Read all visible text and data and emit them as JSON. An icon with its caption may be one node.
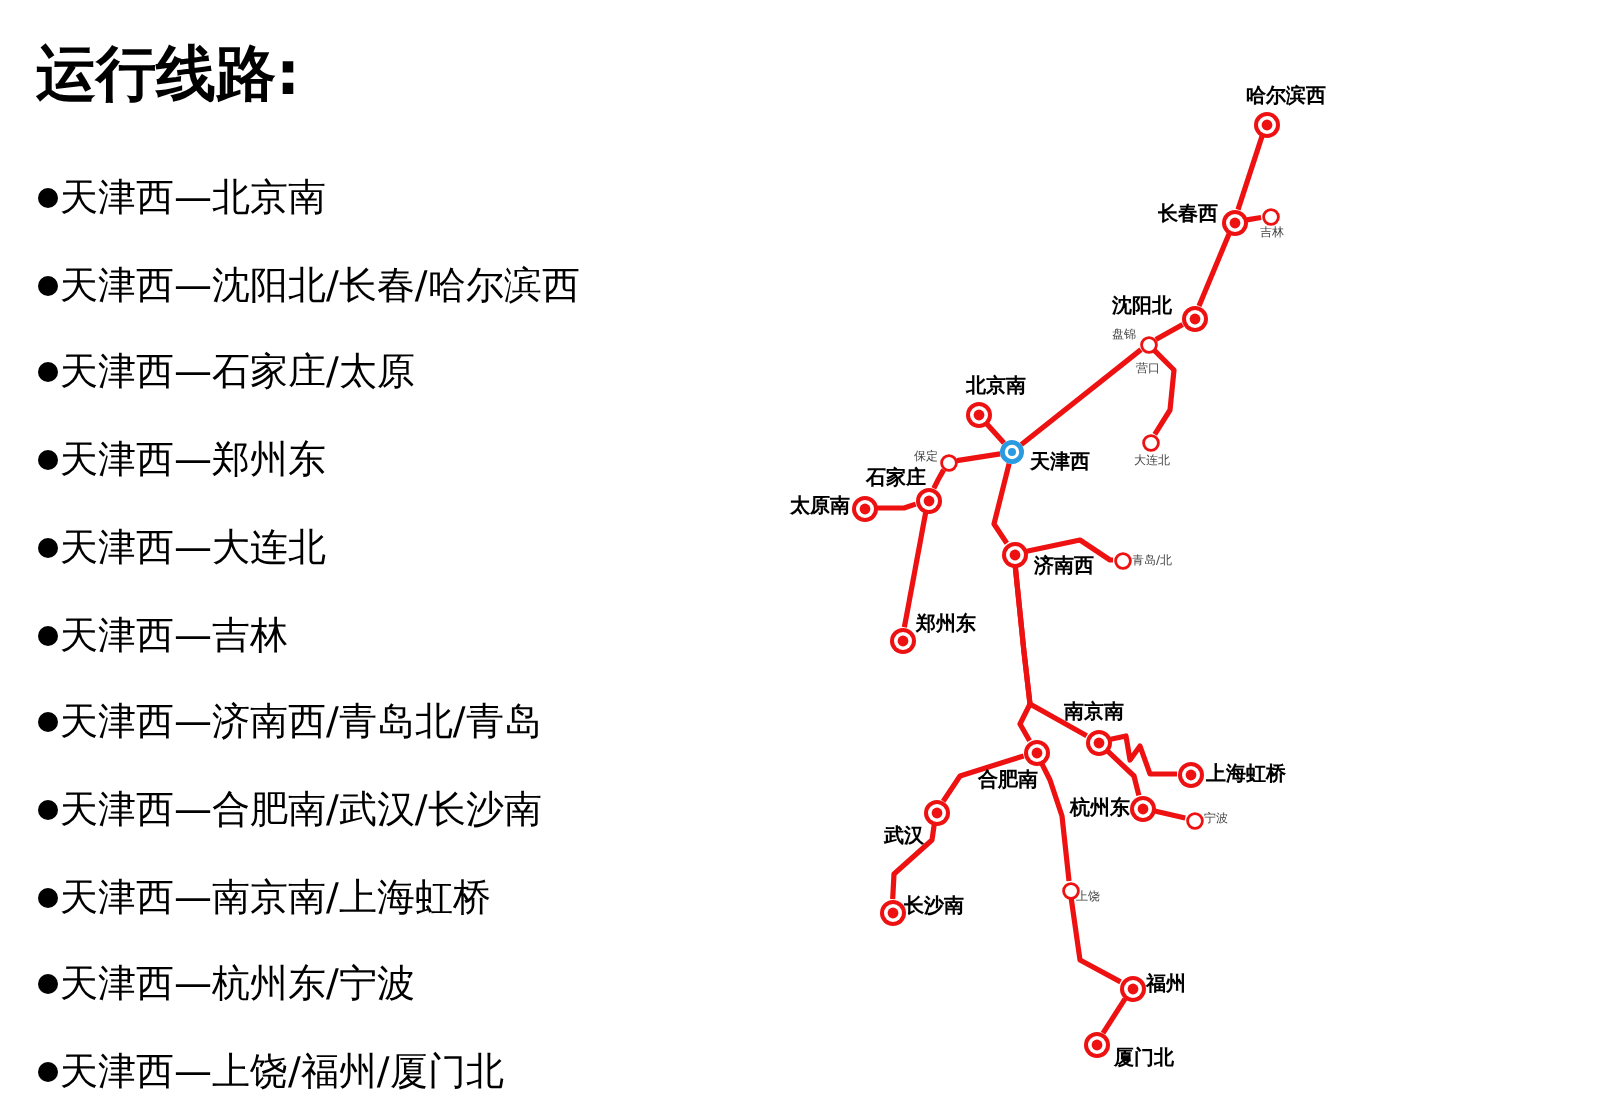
{
  "diagram": {
    "title": "运行线路:",
    "nodes": [
      {
        "text": [],
        "shape": "circle",
        "beside": [
          "哈尔滨西"
        ]
      },
      {
        "text": [],
        "shape": "circle",
        "beside": [
          "长春西"
        ]
      },
      {
        "text": [],
        "shape": "circle",
        "beside": [
          "吉林"
        ]
      },
      {
        "text": [],
        "shape": "circle",
        "beside": [
          "沈阳北"
        ]
      },
      {
        "text": [],
        "shape": "circle",
        "beside": [
          "盘锦"
        ]
      },
      {
        "text": [],
        "shape": "circle",
        "beside": [
          "大连北"
        ]
      },
      {
        "text": [],
        "shape": "circle",
        "beside": [
          "北京南"
        ]
      },
      {
        "text": [],
        "shape": "circle",
        "beside": [
          "天津西"
        ]
      },
      {
        "text": [],
        "shape": "circle",
        "beside": [
          "保定"
        ]
      },
      {
        "text": [],
        "shape": "circle",
        "beside": [
          "石家庄"
        ]
      },
      {
        "text": [],
        "shape": "circle",
        "beside": [
          "太原南"
        ]
      },
      {
        "text": [],
        "shape": "circle",
        "beside": [
          "郑州东"
        ]
      },
      {
        "text": [],
        "shape": "circle",
        "beside": [
          "济南西"
        ]
      },
      {
        "text": [],
        "shape": "circle",
        "beside": [
          "青岛/北"
        ]
      },
      {
        "text": [],
        "shape": "circle",
        "beside": [
          "南京南"
        ]
      },
      {
        "text": [],
        "shape": "circle",
        "beside": [
          "上海虹桥"
        ]
      },
      {
        "text": [],
        "shape": "circle",
        "beside": [
          "合肥南"
        ]
      },
      {
        "text": [],
        "shape": "circle",
        "beside": [
          "武汉"
        ]
      },
      {
        "text": [],
        "shape": "circle",
        "beside": [
          "长沙南"
        ]
      },
      {
        "text": [],
        "shape": "circle",
        "beside": [
          "杭州东"
        ]
      },
      {
        "text": [],
        "shape": "circle",
        "beside": [
          "宁波"
        ]
      },
      {
        "text": [],
        "shape": "circle",
        "beside": [
          "上饶"
        ]
      },
      {
        "text": [],
        "shape": "circle",
        "beside": [
          "福州"
        ]
      },
      {
        "text": [],
        "shape": "circle",
        "beside": [
          "厦门北"
        ]
      }
    ],
    "edges": [
      {
        "from": 0,
        "to": 1,
        "arrow": "none"
      },
      {
        "from": 1,
        "to": 2,
        "arrow": "none"
      },
      {
        "from": 1,
        "to": 3,
        "arrow": "none"
      },
      {
        "from": 3,
        "to": 4,
        "arrow": "none"
      },
      {
        "from": 4,
        "to": 7,
        "arrow": "none"
      },
      {
        "from": 4,
        "to": 5,
        "arrow": "none"
      },
      {
        "from": 7,
        "to": 6,
        "arrow": "none"
      },
      {
        "from": 7,
        "to": 8,
        "arrow": "none"
      },
      {
        "from": 8,
        "to": 9,
        "arrow": "none"
      },
      {
        "from": 9,
        "to": 10,
        "arrow": "none"
      },
      {
        "from": 9,
        "to": 11,
        "arrow": "none"
      },
      {
        "from": 7,
        "to": 12,
        "arrow": "none"
      },
      {
        "from": 12,
        "to": 13,
        "arrow": "none"
      },
      {
        "from": 12,
        "to": 14,
        "arrow": "none"
      },
      {
        "from": 12,
        "to": 16,
        "arrow": "none"
      },
      {
        "from": 14,
        "to": 15,
        "arrow": "none"
      },
      {
        "from": 14,
        "to": 19,
        "arrow": "none"
      },
      {
        "from": 19,
        "to": 20,
        "arrow": "none"
      },
      {
        "from": 16,
        "to": 17,
        "arrow": "none"
      },
      {
        "from": 17,
        "to": 18,
        "arrow": "none"
      },
      {
        "from": 16,
        "to": 21,
        "arrow": "none"
      },
      {
        "from": 21,
        "to": 22,
        "arrow": "none"
      },
      {
        "from": 22,
        "to": 23,
        "arrow": "none"
      }
    ],
    "labels": [
      "天津西—北京南",
      "天津西—沈阳北/长春/哈尔滨西",
      "天津西—石家庄/太原",
      "天津西—郑州东",
      "天津西—大连北",
      "天津西—吉林",
      "天津西—济南西/青岛北/青岛",
      "天津西—合肥南/武汉/长沙南",
      "天津西—南京南/上海虹桥",
      "天津西—杭州东/宁波",
      "天津西—上饶/福州/厦门北",
      "营口"
    ]
  }
}
